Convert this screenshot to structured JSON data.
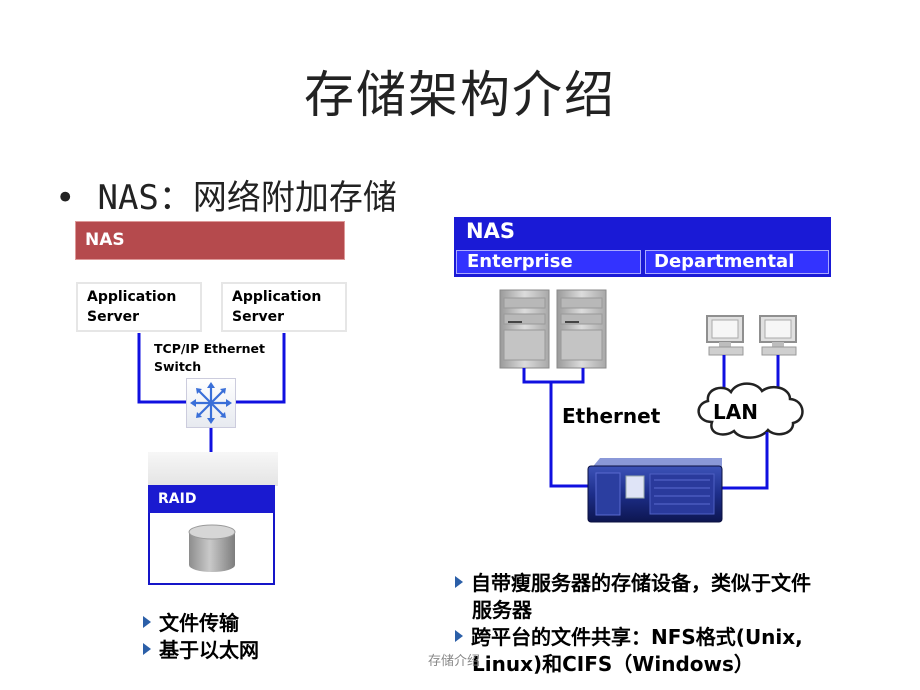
{
  "title": "存储架构介绍",
  "main_bullet": "NAS：网络附加存储",
  "left_diagram": {
    "header": "NAS",
    "app_server_1": [
      "Application",
      "Server"
    ],
    "app_server_2": [
      "Application",
      "Server"
    ],
    "switch_label": [
      "TCP/IP Ethernet",
      "Switch"
    ],
    "raid_label": "RAID",
    "bullets": [
      "文件传输",
      "基于以太网"
    ]
  },
  "right_diagram": {
    "header": "NAS",
    "tab_enterprise": "Enterprise",
    "tab_departmental": "Departmental",
    "ethernet_label": "Ethernet",
    "lan_label": "LAN",
    "bullets": [
      "自带瘦服务器的存储设备，类似于文件服务器",
      "跨平台的文件共享：NFS格式(Unix, Linux)和CIFS（Windows）"
    ],
    "bullet_lines": [
      [
        "自带瘦服务器的存储设备，类似于文件",
        "服务器"
      ],
      [
        "跨平台的文件共享：NFS格式(Unix,",
        "Linux)和CIFS（Windows）"
      ]
    ]
  },
  "footer": "存储介绍",
  "colors": {
    "nas_left": "#b54a4d",
    "nas_blue": "#1a1ad6",
    "tab_blue": "#3333ff",
    "line_blue": "#1010e0",
    "bullet_arrow": "#2b5fa8"
  }
}
